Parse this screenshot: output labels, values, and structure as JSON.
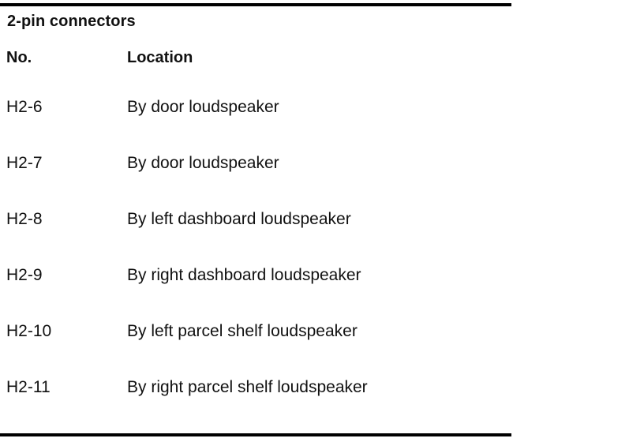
{
  "table": {
    "title": "2-pin connectors",
    "headers": {
      "no": "No.",
      "location": "Location"
    },
    "rows": [
      {
        "no": "H2-6",
        "location": "By door loudspeaker"
      },
      {
        "no": "H2-7",
        "location": "By door loudspeaker"
      },
      {
        "no": "H2-8",
        "location": "By left dashboard loudspeaker"
      },
      {
        "no": "H2-9",
        "location": "By right dashboard loudspeaker"
      },
      {
        "no": "H2-10",
        "location": "By left parcel shelf loudspeaker"
      },
      {
        "no": "H2-11",
        "location": "By right parcel shelf loudspeaker"
      }
    ]
  }
}
